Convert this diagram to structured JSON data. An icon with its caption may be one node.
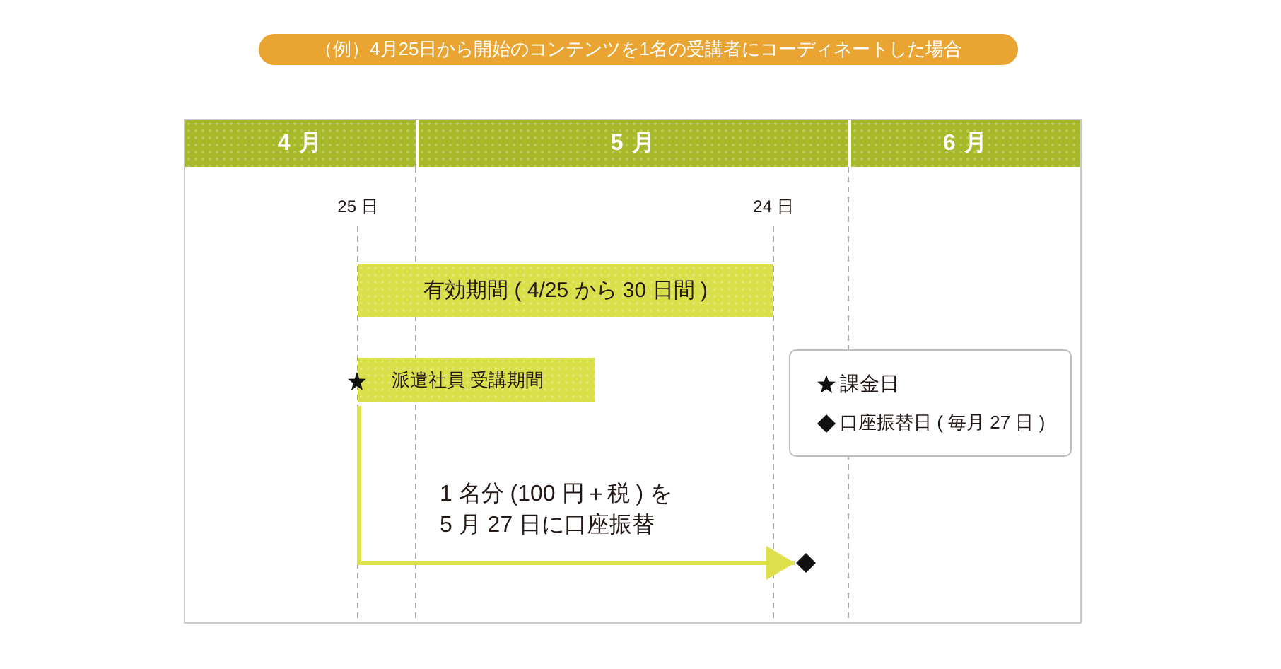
{
  "diagram": {
    "title": "（例）4月25日から開始のコンテンツを1名の受講者にコーディネートした場合",
    "nodes": [
      {
        "text": [
          "4 月"
        ]
      },
      {
        "text": [
          "5 月"
        ]
      },
      {
        "text": [
          "6 月"
        ]
      },
      {
        "text": [
          "有効期間 ( 4/25 から 30 日間 )"
        ]
      },
      {
        "text": [
          "派遣社員 受講期間"
        ]
      },
      {
        "text": [],
        "shape": "diamond"
      }
    ],
    "edges": [
      {
        "from": 4,
        "to": 5,
        "arrow": "to",
        "label": "1 名分 (100 円＋税 ) を 5 月 27 日に口座振替"
      }
    ],
    "labels": [
      "25 日",
      "24 日"
    ],
    "legend": [
      {
        "text": "課金日"
      },
      {
        "text": "口座振替日 ( 毎月 27 日 )"
      }
    ]
  }
}
